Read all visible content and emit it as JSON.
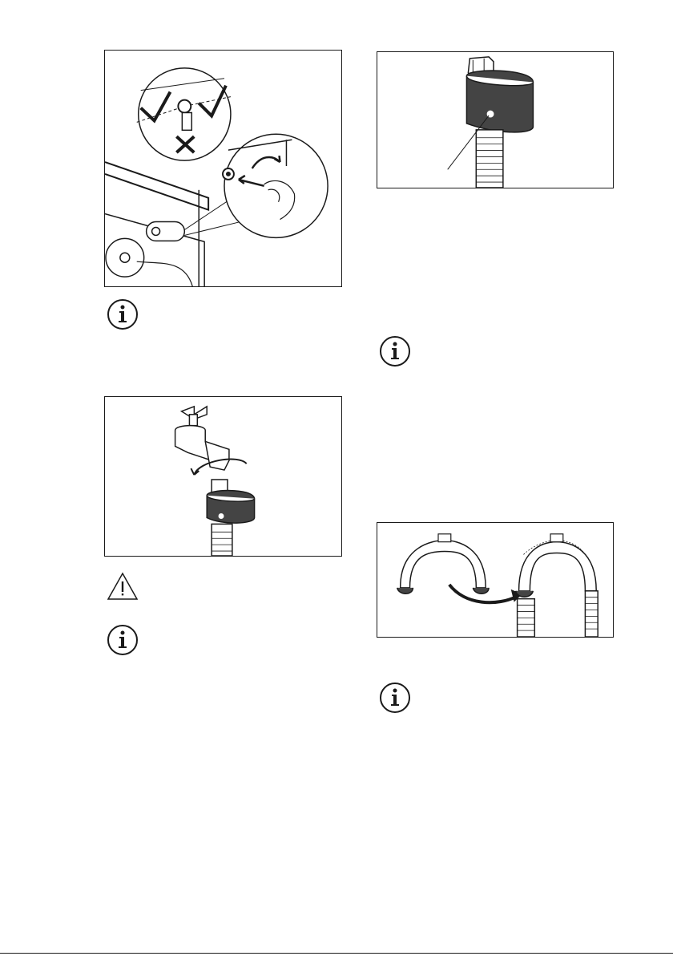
{
  "page": {
    "figures": [
      {
        "id": "fig-connection-angle",
        "icon": "hose-connection-angle-illustration"
      },
      {
        "id": "fig-hose-tap",
        "icon": "hose-to-tap-illustration"
      },
      {
        "id": "fig-valve-indicator",
        "icon": "safety-valve-indicator-illustration"
      },
      {
        "id": "fig-hose-guide",
        "icon": "drain-hose-guide-illustration"
      }
    ],
    "notes": [
      {
        "type": "info",
        "icon": "info-icon"
      },
      {
        "type": "warning",
        "icon": "warning-icon"
      },
      {
        "type": "info",
        "icon": "info-icon"
      },
      {
        "type": "info",
        "icon": "info-icon"
      },
      {
        "type": "info",
        "icon": "info-icon"
      }
    ]
  }
}
